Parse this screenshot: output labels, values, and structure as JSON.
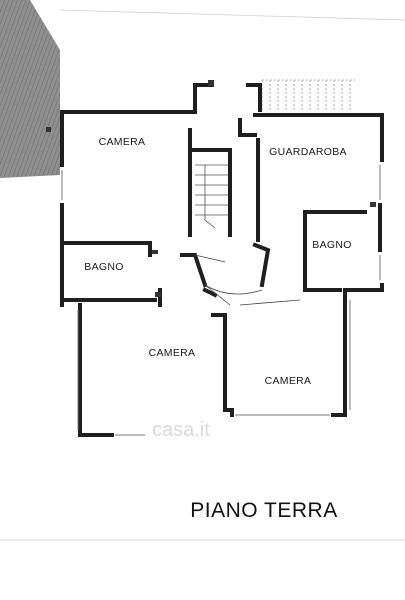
{
  "plan": {
    "title": "PIANO TERRA",
    "rooms": [
      {
        "id": "camera-nw",
        "label": "CAMERA"
      },
      {
        "id": "guardaroba",
        "label": "GUARDAROBA"
      },
      {
        "id": "bagno-e",
        "label": "BAGNO"
      },
      {
        "id": "bagno-w",
        "label": "BAGNO"
      },
      {
        "id": "camera-sw",
        "label": "CAMERA"
      },
      {
        "id": "camera-se",
        "label": "CAMERA"
      }
    ],
    "watermark": "casa.it"
  },
  "colors": {
    "wall": "#1f1f1f",
    "hatch": "#9a9a9a",
    "paper": "#ffffff"
  }
}
